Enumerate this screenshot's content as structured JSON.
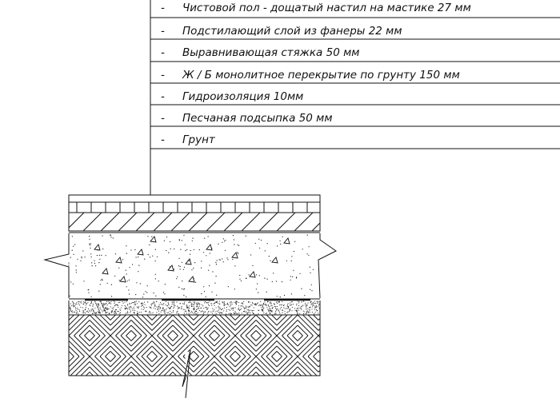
{
  "legend": {
    "bullet": "-",
    "layers": [
      "Чистовой пол - дощатый настил на мастике 27 мм",
      "Подстилающий слой из фанеры 22 мм",
      "Выравнивающая стяжка 50 мм",
      "Ж / Б монолитное перекрытие по грунту 150 мм",
      "Гидроизоляция 10мм",
      "Песчаная подсыпка 50 мм",
      "Грунт"
    ]
  },
  "colors": {
    "line": "#111111",
    "background": "#ffffff"
  }
}
